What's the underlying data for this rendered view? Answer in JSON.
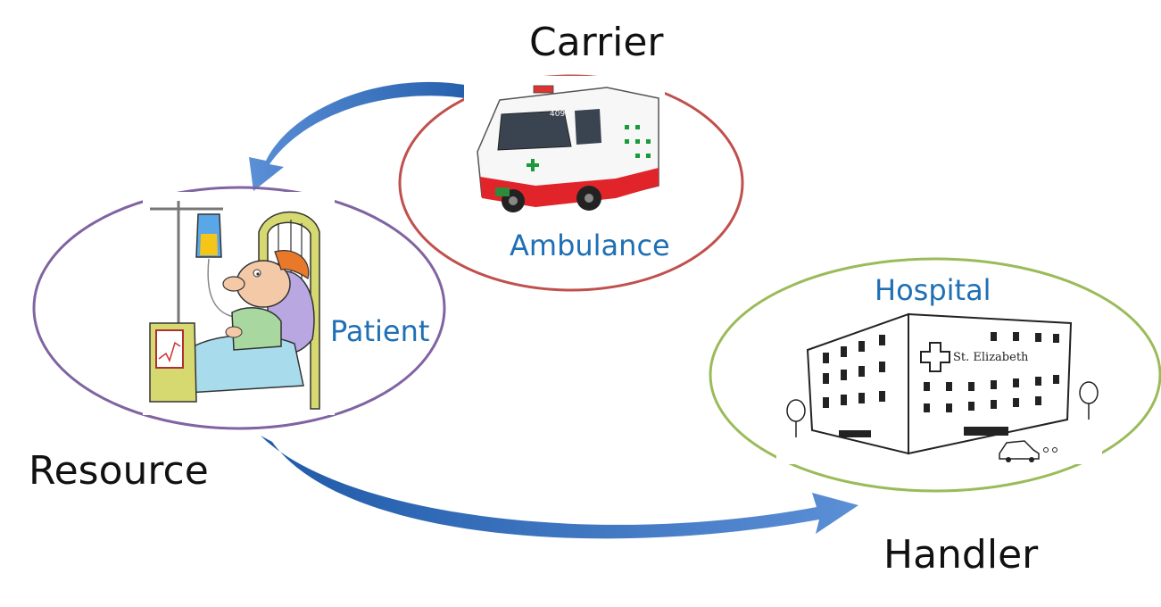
{
  "roles": {
    "carrier": "Carrier",
    "resource": "Resource",
    "handler": "Handler"
  },
  "entities": {
    "ambulance": "Ambulance",
    "patient": "Patient",
    "hospital": "Hospital"
  },
  "hospital_sign": "St. Elizabeth",
  "ambulance_plate": "409",
  "colors": {
    "carrier_ellipse": "#c0504d",
    "resource_ellipse": "#8064a2",
    "handler_ellipse": "#9bbb59",
    "entity_label": "#1f6fb5",
    "arrow": "#2e6cb8",
    "ambulance_red": "#e0242a",
    "cross_green": "#1a9a3a"
  }
}
